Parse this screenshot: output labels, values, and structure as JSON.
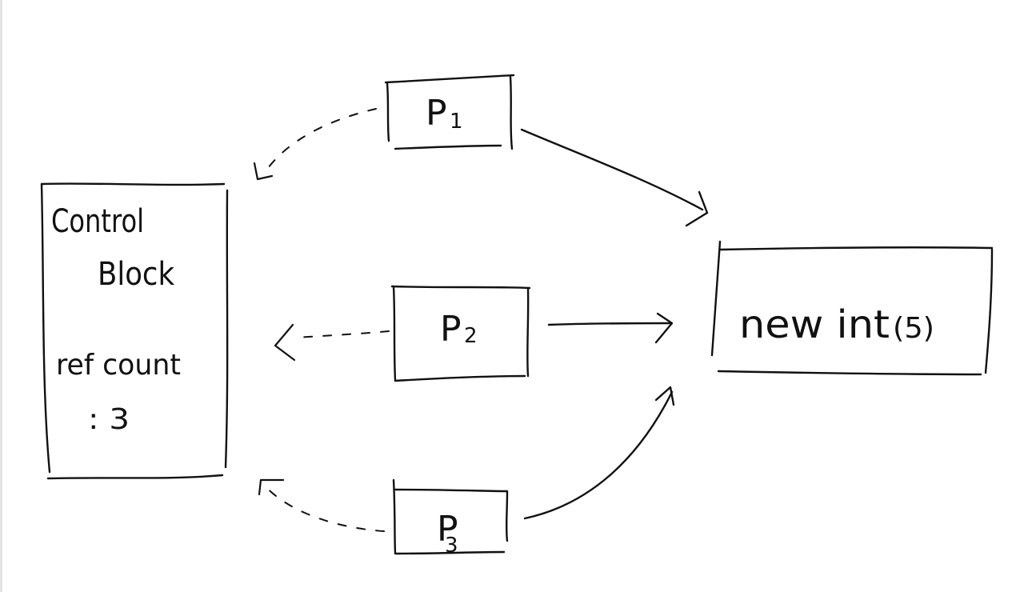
{
  "diagram": {
    "stroke_color": "#111111",
    "background": "#ffffff",
    "control_block": {
      "title_line1": "Control",
      "title_line2": "Block",
      "ref_label": "ref count",
      "ref_value": ": 3"
    },
    "pointers": [
      {
        "base": "P",
        "sub": "1"
      },
      {
        "base": "P",
        "sub": "2"
      },
      {
        "base": "P",
        "sub": "3"
      }
    ],
    "target": {
      "label_main": "new int",
      "label_paren": "(5)"
    }
  }
}
